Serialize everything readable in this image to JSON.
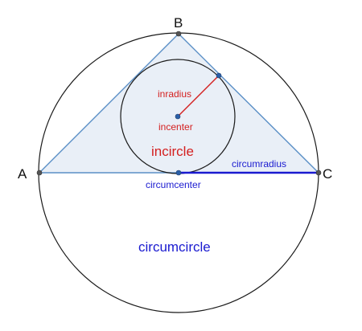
{
  "vertices": {
    "a": "A",
    "b": "B",
    "c": "C"
  },
  "labels": {
    "inradius": "inradius",
    "incenter": "incenter",
    "incircle": "incircle",
    "circumradius": "circumradius",
    "circumcenter": "circumcenter",
    "circumcircle": "circumcircle"
  },
  "colors": {
    "triangle_fill": "#e9eff7",
    "triangle_stroke": "#5a8fc6",
    "circle_stroke": "#1a1a1a",
    "red": "#d42020",
    "blue": "#1a1ad0",
    "point": "#444444",
    "center_point": "#2a5fa8"
  }
}
